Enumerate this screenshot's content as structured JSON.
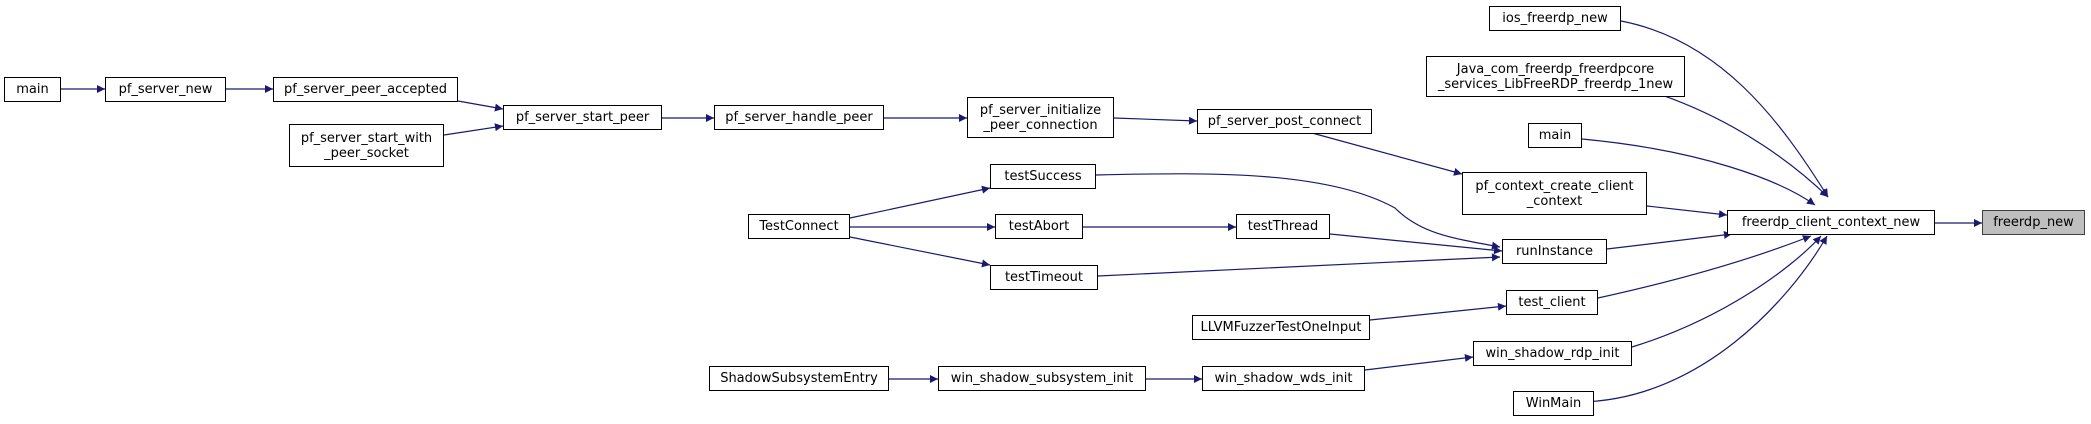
{
  "colors": {
    "edge": "#191970",
    "node_border": "#000000",
    "node_fill": "#ffffff",
    "highlight_fill": "#bfbfbf"
  },
  "nodes": {
    "main_left": "main",
    "pf_server_new": "pf_server_new",
    "pf_server_peer_accepted": "pf_server_peer_accepted",
    "pf_server_start_with_peer_socket": "pf_server_start_with\n_peer_socket",
    "pf_server_start_peer": "pf_server_start_peer",
    "pf_server_handle_peer": "pf_server_handle_peer",
    "pf_server_initialize_peer_connection": "pf_server_initialize\n_peer_connection",
    "pf_server_post_connect": "pf_server_post_connect",
    "pf_context_create_client_context": "pf_context_create_client\n_context",
    "ios_freerdp_new": "ios_freerdp_new",
    "java_freerdp_new": "Java_com_freerdp_freerdpcore\n_services_LibFreeRDP_freerdp_1new",
    "main_right": "main",
    "test_connect": "TestConnect",
    "test_success": "testSuccess",
    "test_abort": "testAbort",
    "test_timeout": "testTimeout",
    "test_thread": "testThread",
    "run_instance": "runInstance",
    "llvm_fuzzer": "LLVMFuzzerTestOneInput",
    "test_client": "test_client",
    "shadow_subsystem_entry": "ShadowSubsystemEntry",
    "win_shadow_subsystem_init": "win_shadow_subsystem_init",
    "win_shadow_wds_init": "win_shadow_wds_init",
    "win_shadow_rdp_init": "win_shadow_rdp_init",
    "winmain": "WinMain",
    "freerdp_client_context_new": "freerdp_client_context_new",
    "freerdp_new": "freerdp_new"
  }
}
